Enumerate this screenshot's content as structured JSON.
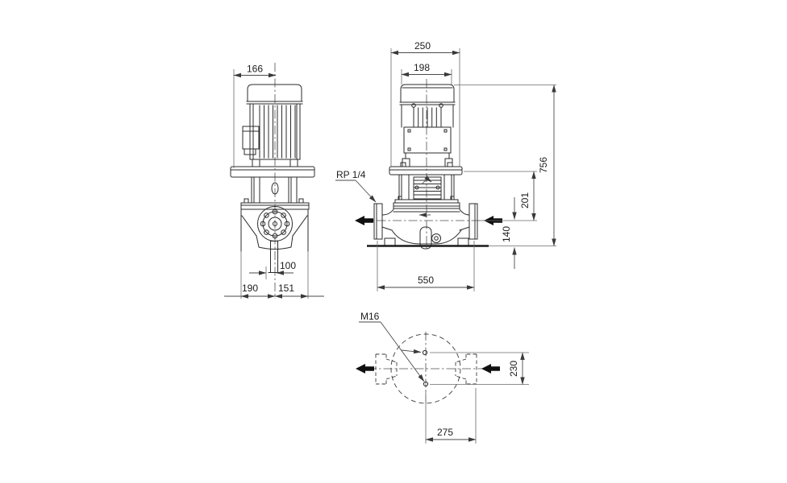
{
  "drawing": {
    "side_view": {
      "dim_166": "166",
      "dim_100": "100",
      "dim_190": "190",
      "dim_151": "151"
    },
    "front_view": {
      "dim_250": "250",
      "dim_198": "198",
      "port_label": "RP 1/4",
      "dim_756": "756",
      "dim_201": "201",
      "dim_140": "140",
      "dim_550": "550"
    },
    "plan_view": {
      "bolt_label": "M16",
      "dim_230": "230",
      "dim_275": "275"
    }
  }
}
